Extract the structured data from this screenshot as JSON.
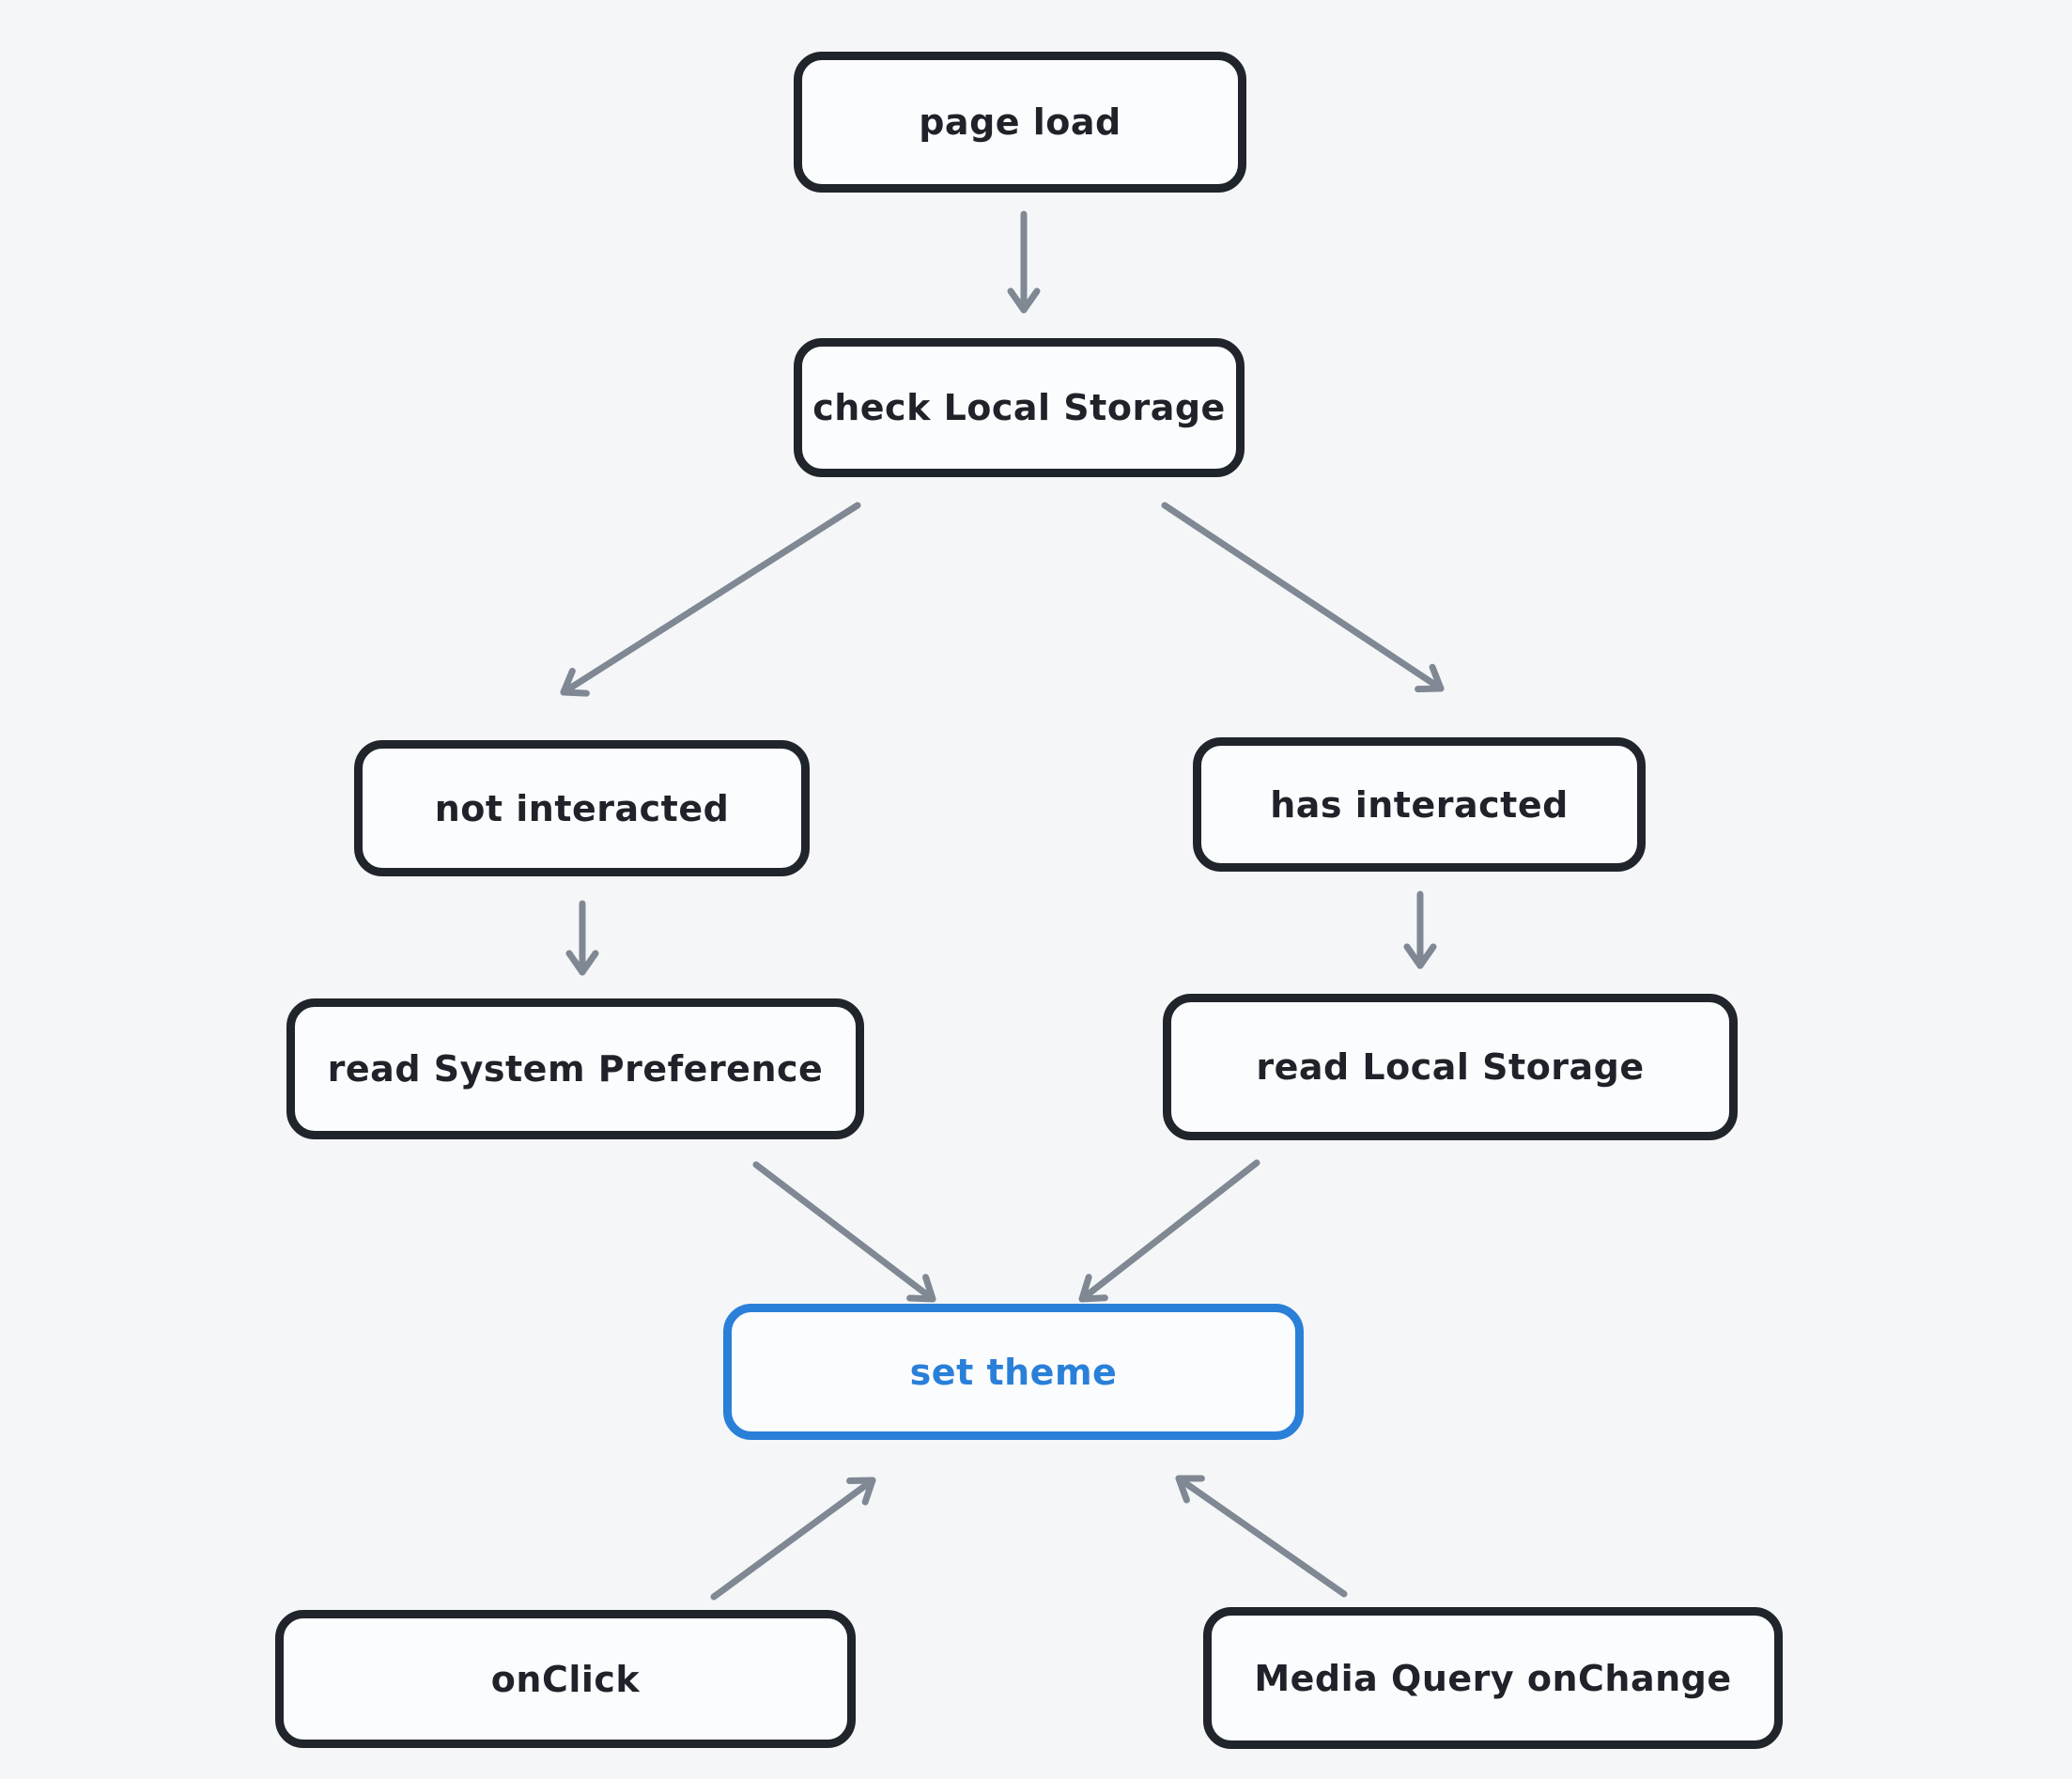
{
  "colors": {
    "background": "#f5f6f8",
    "node_fill": "#fbfcfe",
    "node_border": "#20242b",
    "node_text": "#1f2329",
    "accent": "#2a80d8",
    "arrow": "#7f8893"
  },
  "diagram": {
    "nodes": [
      {
        "id": "page-load",
        "label": "page load",
        "variant": "default"
      },
      {
        "id": "check-local-storage",
        "label": "check Local Storage",
        "variant": "default"
      },
      {
        "id": "not-interacted",
        "label": "not interacted",
        "variant": "default"
      },
      {
        "id": "has-interacted",
        "label": "has interacted",
        "variant": "default"
      },
      {
        "id": "read-system-preference",
        "label": "read System Preference",
        "variant": "default"
      },
      {
        "id": "read-local-storage",
        "label": "read Local Storage",
        "variant": "default"
      },
      {
        "id": "set-theme",
        "label": "set theme",
        "variant": "accent"
      },
      {
        "id": "onclick",
        "label": "onClick",
        "variant": "default"
      },
      {
        "id": "media-query-onchange",
        "label": "Media Query onChange",
        "variant": "default"
      }
    ],
    "edges": [
      {
        "from": "page-load",
        "to": "check-local-storage"
      },
      {
        "from": "check-local-storage",
        "to": "not-interacted"
      },
      {
        "from": "check-local-storage",
        "to": "has-interacted"
      },
      {
        "from": "not-interacted",
        "to": "read-system-preference"
      },
      {
        "from": "has-interacted",
        "to": "read-local-storage"
      },
      {
        "from": "read-system-preference",
        "to": "set-theme"
      },
      {
        "from": "read-local-storage",
        "to": "set-theme"
      },
      {
        "from": "onclick",
        "to": "set-theme"
      },
      {
        "from": "media-query-onchange",
        "to": "set-theme"
      }
    ]
  }
}
